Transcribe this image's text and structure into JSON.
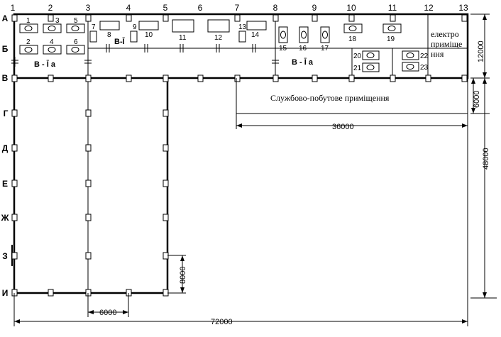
{
  "axes": {
    "columns": [
      "1",
      "2",
      "3",
      "4",
      "5",
      "6",
      "7",
      "8",
      "9",
      "10",
      "11",
      "12",
      "13"
    ],
    "rows": [
      "А",
      "Б",
      "В",
      "Г",
      "Д",
      "Е",
      "Ж",
      "З",
      "И"
    ]
  },
  "equipment_labels": [
    "1",
    "2",
    "3",
    "4",
    "5",
    "6",
    "7",
    "8",
    "9",
    "10",
    "11",
    "12",
    "13",
    "14",
    "15",
    "16",
    "17",
    "18",
    "19",
    "20",
    "21",
    "22",
    "23"
  ],
  "zones": {
    "left_zone": "В - Ī a",
    "middle_zone": "В-Ī",
    "right_zone": "В - Ī a"
  },
  "rooms": {
    "service": "Службово-побутове приміщення",
    "electro_line1": "електро",
    "electro_line2": "приміще",
    "electro_line3": "ння"
  },
  "dimensions": {
    "d12000": "12000",
    "d6000_vertical": "6000",
    "d36000": "36000",
    "d48000": "48000",
    "d8000": "8000",
    "d6000_horizontal": "6000",
    "d72000": "72000"
  }
}
